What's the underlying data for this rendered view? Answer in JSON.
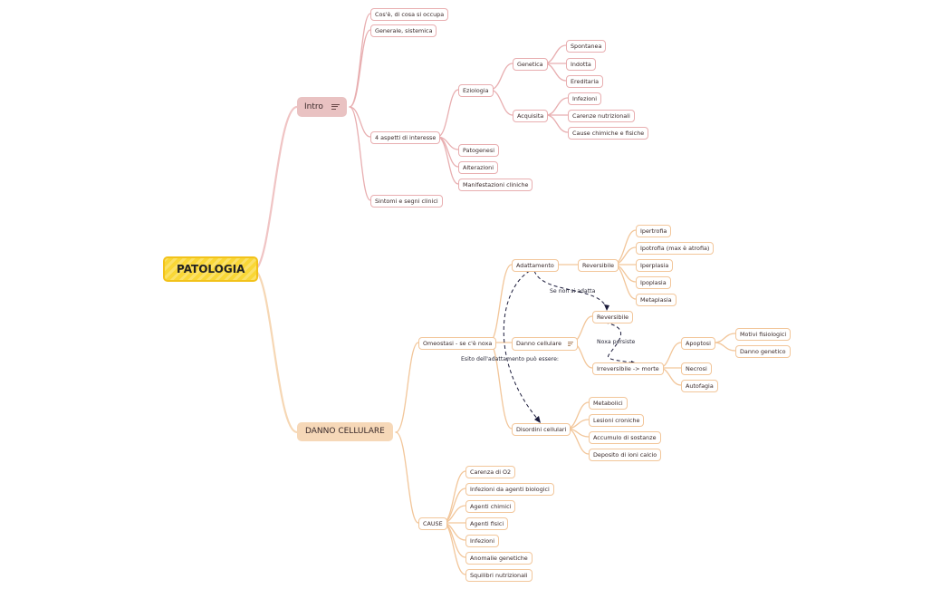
{
  "root": {
    "label": "PATOLOGIA"
  },
  "intro": {
    "label": "Intro",
    "icon": "menu-lines-icon",
    "children": {
      "cosa": "Cos'è, di cosa si occupa",
      "generale": "Generale, sistemica",
      "aspetti": "4 aspetti di interesse",
      "sintomi": "Sintomi e segni clinici"
    },
    "aspetti": {
      "eziologia": "Eziologia",
      "patogenesi": "Patogenesi",
      "alterazioni": "Alterazioni",
      "manifestazioni": "Manifestazioni cliniche"
    },
    "eziologia": {
      "genetica": "Genetica",
      "acquisita": "Acquisita"
    },
    "genetica": {
      "spontanea": "Spontanea",
      "indotta": "Indotta",
      "ereditaria": "Ereditaria"
    },
    "acquisita": {
      "infezioni": "Infezioni",
      "carenze": "Carenze nutrizionali",
      "cause": "Cause chimiche e fisiche"
    }
  },
  "danno": {
    "label": "DANNO CELLULARE",
    "omeostasi": "Omeostasi - se c'è noxa",
    "cause_label": "CAUSE",
    "omeo_children": {
      "adattamento": "Adattamento",
      "danno_cellulare": "Danno cellulare",
      "disordini": "Disordini cellulari"
    },
    "adattamento": {
      "reversibile": "Reversibile",
      "items": [
        "Ipertrofia",
        "Ipotrofia (max è atrofia)",
        "Iperplasia",
        "Ipoplasia",
        "Metaplasia"
      ]
    },
    "danno_cell": {
      "reversibile": "Reversibile",
      "irreversibile": "Irreversibile -> morte"
    },
    "irreversibile": {
      "apoptosi": "Apoptosi",
      "necrosi": "Necrosi",
      "autofagia": "Autofagia"
    },
    "apoptosi": {
      "motivi": "Motivi fisiologici",
      "danno_genetico": "Danno genetico"
    },
    "disordini": [
      "Metabolici",
      "Lesioni croniche",
      "Accumulo di sostanze",
      "Deposito di ioni calcio"
    ],
    "cause": [
      "Carenza di O2",
      "Infezioni da agenti biologici",
      "Agenti chimici",
      "Agenti fisici",
      "Infezioni",
      "Anomalie genetiche",
      "Squilibri nutrizionali"
    ]
  },
  "annotations": {
    "se_non": "Se non si adatta",
    "noxa": "Noxa persiste",
    "esito": "Esito dell'adattamento può essere:"
  },
  "colors": {
    "root": "#f9d736",
    "intro_branch": "#e8aeb0",
    "danno_branch": "#f2c69a"
  }
}
